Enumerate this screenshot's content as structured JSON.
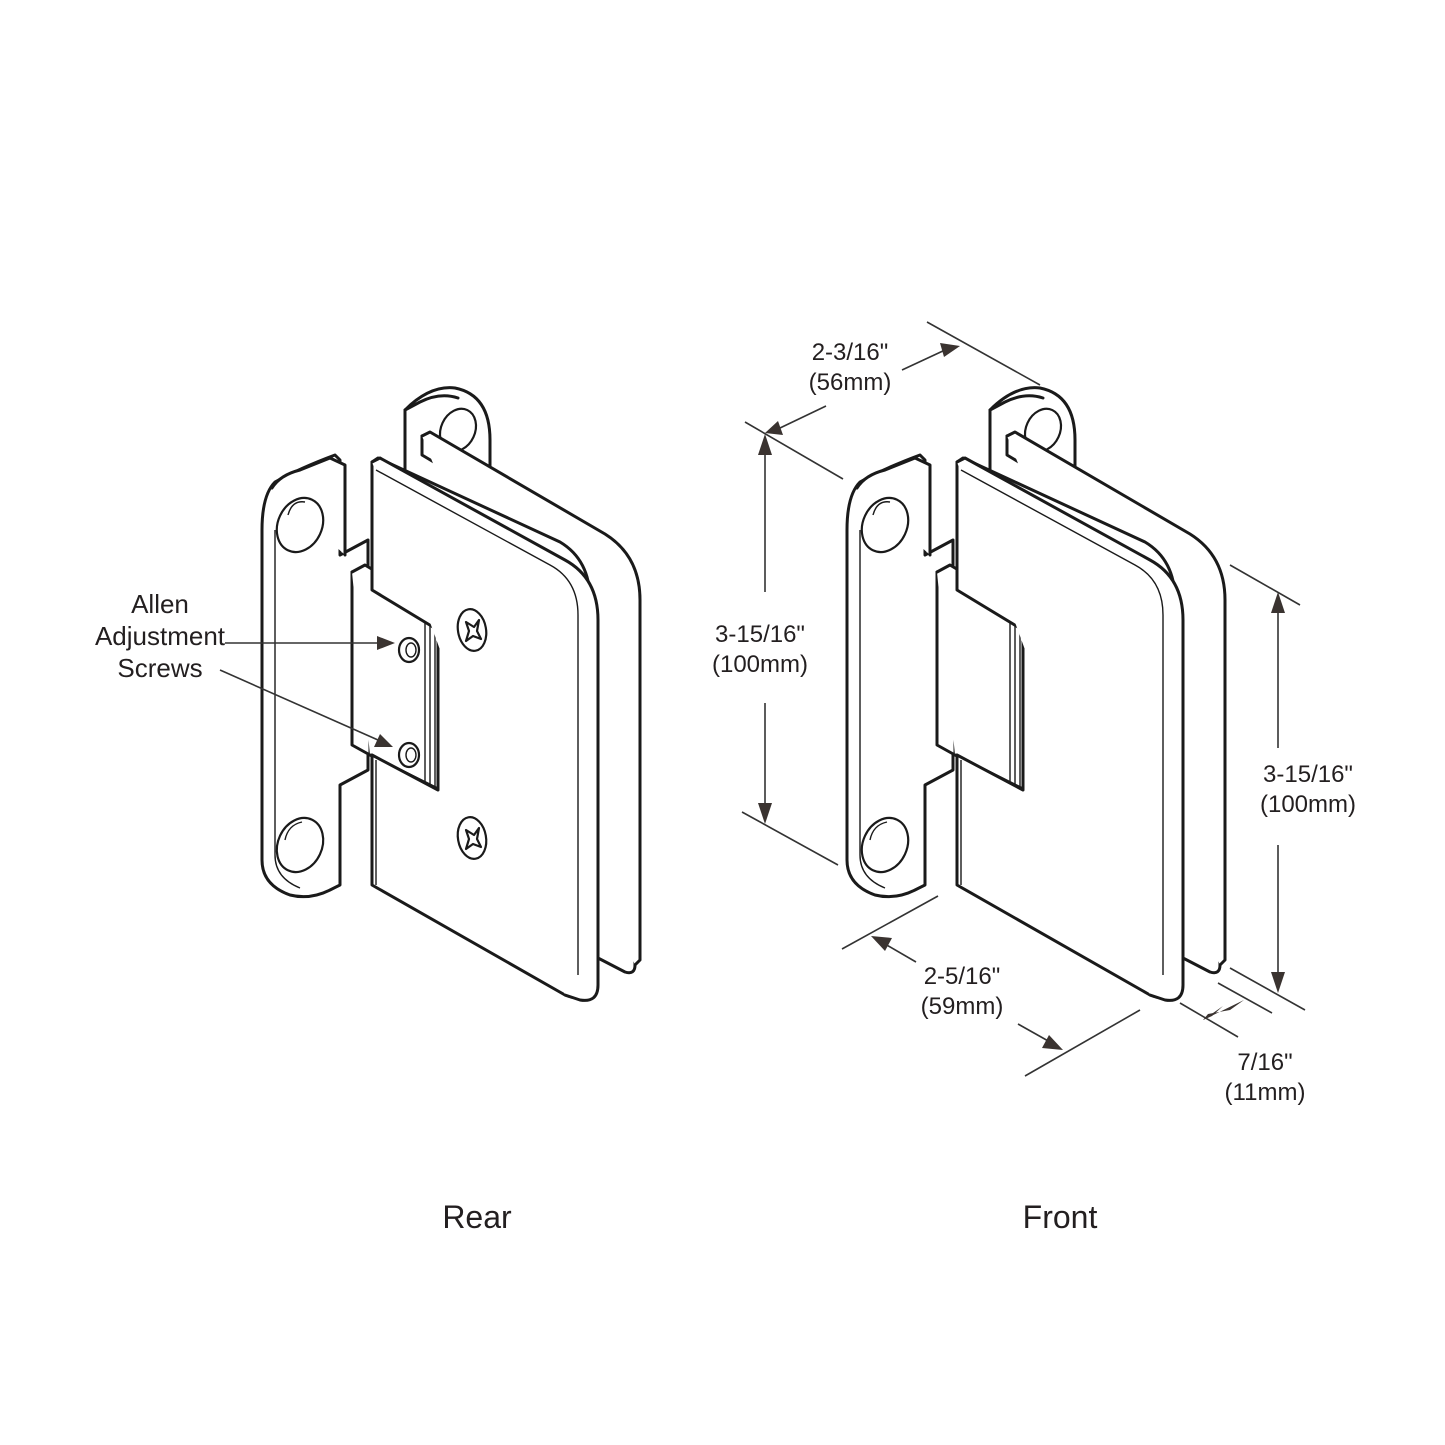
{
  "title": "Glass door hinge dimension drawing",
  "views": {
    "rear": {
      "caption": "Rear"
    },
    "front": {
      "caption": "Front"
    }
  },
  "callout": {
    "line1": "Allen",
    "line2": "Adjustment",
    "line3": "Screws"
  },
  "dimensions": {
    "top_width": {
      "imperial": "2-3/16\"",
      "metric": "(56mm)"
    },
    "left_height": {
      "imperial": "3-15/16\"",
      "metric": "(100mm)"
    },
    "right_height": {
      "imperial": "3-15/16\"",
      "metric": "(100mm)"
    },
    "bottom_width": {
      "imperial": "2-5/16\"",
      "metric": "(59mm)"
    },
    "thickness": {
      "imperial": "7/16\"",
      "metric": "(11mm)"
    }
  },
  "colors": {
    "line": "#1a1a1a",
    "text": "#231f20",
    "arrow": "#3a3330",
    "background": "#ffffff"
  }
}
